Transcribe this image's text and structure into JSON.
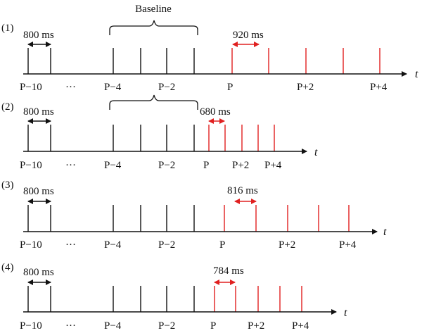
{
  "colors": {
    "baseline": "#111111",
    "probe": "#e02020",
    "ink": "#111111"
  },
  "baseline_label": "Baseline",
  "axis_symbol": "t",
  "panels": [
    {
      "label": "(1)",
      "ref_interval": "800 ms",
      "probe_interval": "920 ms",
      "tick_labels": {
        "p_minus_10": "P−10",
        "dots": "···",
        "p_minus_4": "P−4",
        "p_minus_2": "P−2",
        "p": "P",
        "p_plus_2": "P+2",
        "p_plus_4": "P+4"
      }
    },
    {
      "label": "(2)",
      "ref_interval": "800 ms",
      "probe_interval": "680 ms",
      "tick_labels": {
        "p_minus_10": "P−10",
        "dots": "···",
        "p_minus_4": "P−4",
        "p_minus_2": "P−2",
        "p": "P",
        "p_plus_2": "P+2",
        "p_plus_4": "P+4"
      }
    },
    {
      "label": "(3)",
      "ref_interval": "800 ms",
      "probe_interval": "816 ms",
      "tick_labels": {
        "p_minus_10": "P−10",
        "dots": "···",
        "p_minus_4": "P−4",
        "p_minus_2": "P−2",
        "p": "P",
        "p_plus_2": "P+2",
        "p_plus_4": "P+4"
      }
    },
    {
      "label": "(4)",
      "ref_interval": "800 ms",
      "probe_interval": "784 ms",
      "tick_labels": {
        "p_minus_10": "P−10",
        "dots": "···",
        "p_minus_4": "P−4",
        "p_minus_2": "P−2",
        "p": "P",
        "p_plus_2": "P+2",
        "p_plus_4": "P+4"
      }
    }
  ]
}
